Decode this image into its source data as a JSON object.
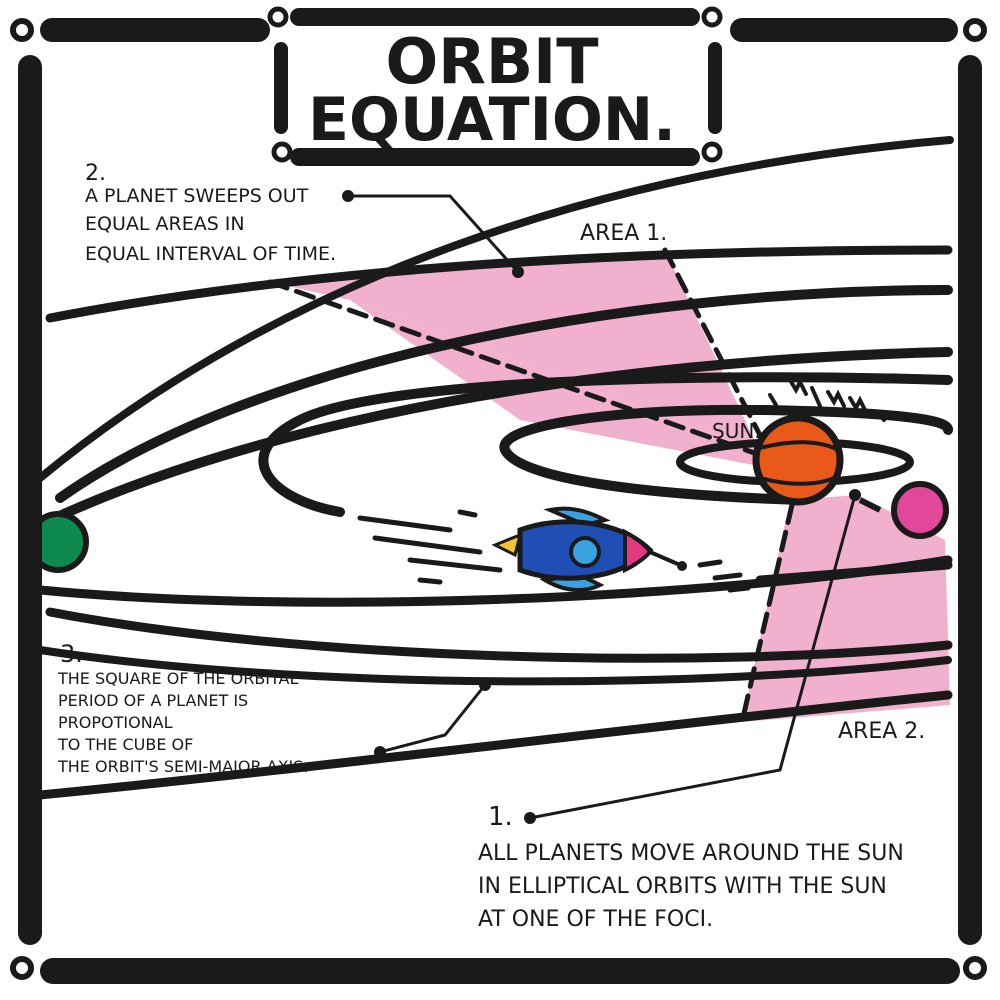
{
  "title": {
    "line1": "ORBIT",
    "line2": "EQUATION."
  },
  "labels": {
    "area1": "AREA 1.",
    "area2": "AREA 2.",
    "sun": "SUN."
  },
  "law2": {
    "number": "2.",
    "lines": [
      "A PLANET SWEEPS OUT",
      "EQUAL AREAS IN",
      "EQUAL INTERVAL OF TIME."
    ]
  },
  "law3": {
    "number": "3.",
    "lines": [
      "THE SQUARE OF THE ORBITAL",
      "PERIOD OF A PLANET IS",
      "PROPOTIONAL",
      "TO THE CUBE OF",
      "THE ORBIT'S SEMI-MAJOR AXIS."
    ]
  },
  "law1": {
    "number": "1.",
    "lines": [
      "ALL PLANETS MOVE AROUND THE SUN",
      "IN ELLIPTICAL ORBITS WITH THE SUN",
      "AT ONE OF THE FOCI."
    ]
  },
  "colors": {
    "ink": "#1a1a1a",
    "area_fill": "#f2b0cf",
    "sun": "#e8591a",
    "planet_pink": "#e2479a",
    "planet_green": "#0e8a4f",
    "rocket_body": "#1f4fb5",
    "rocket_window": "#3aa0e0",
    "rocket_nose": "#e0397e",
    "flame": "#f4c430"
  },
  "icons": [
    "sun-icon",
    "planet-icon",
    "rocket-icon"
  ]
}
